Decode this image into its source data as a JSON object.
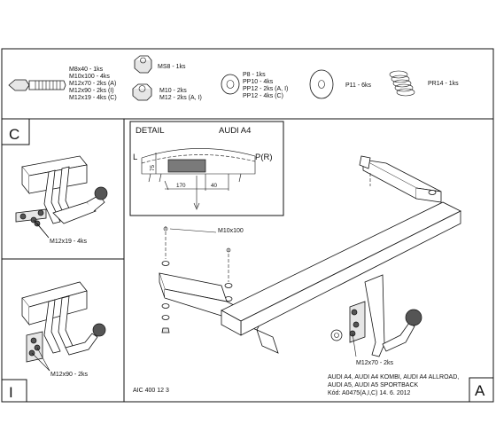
{
  "parts": {
    "bolt_label": "M8x40 - 1ks\nM10x100 - 4ks\nM12x70 - 2ks (A)\nM12x90 - 2ks (I)\nM12x19 - 4ks (C)",
    "nut_ms8": "MS8 - 1ks",
    "nut_m10_label": "M10 - 2ks\nM12 - 2ks (A, I)",
    "washer_p_label": "P8 - 1ks\nPP10 - 4ks\nPP12 - 2ks (A, I)\nPP12 - 4ks (C)",
    "washer_p11": "P11 - 6ks",
    "spring_pr14": "PR14 - 1ks"
  },
  "sections": {
    "c_letter": "C",
    "i_letter": "I",
    "a_letter": "A",
    "c_bolt_label": "M12x19 - 4ks",
    "i_bolt_label": "M12x90 - 2ks"
  },
  "detail": {
    "title": "DETAIL",
    "model": "AUDI A4",
    "left_mark": "L",
    "right_mark": "P(R)",
    "dim_height": "75",
    "dim_width": "170",
    "dim_offset": "40"
  },
  "main": {
    "bolt_m10_label": "M10x100",
    "bolt_m12_label": "M12x70 - 2ks",
    "drawing_code": "AIC 400 12 3",
    "models_line1": "AUDI A4, AUDI A4 KOMBI, AUDI A4 ALLROAD,",
    "models_line2": "AUDI A5, AUDI A5 SPORTBACK",
    "code_line": "Kód: A0475(A,I,C)  14. 6. 2012"
  }
}
